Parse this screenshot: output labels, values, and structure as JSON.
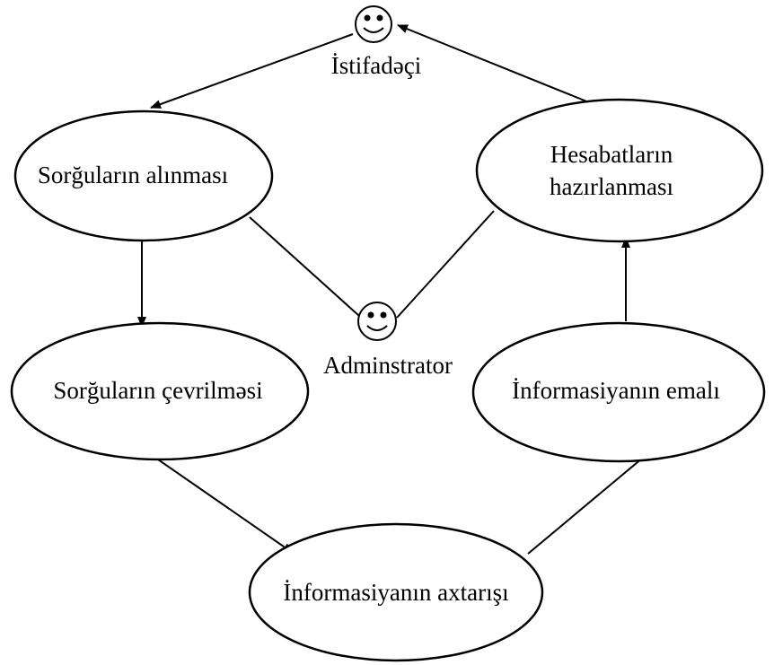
{
  "actors": {
    "user": {
      "label": "İstifadəçi",
      "icon": "smiley-face-icon"
    },
    "admin": {
      "label": "Adminstrator",
      "icon": "smiley-face-icon"
    }
  },
  "nodes": {
    "receive": {
      "label": "Sorğuların alınması"
    },
    "convert": {
      "label": "Sorğuların çevrilməsi"
    },
    "search": {
      "label": "İnformasiyanın axtarışı"
    },
    "process": {
      "label": "İnformasiyanın emalı"
    },
    "reports": {
      "line1": "Hesabatların",
      "line2": "hazırlanması"
    }
  },
  "colors": {
    "stroke": "#000000",
    "background": "#ffffff"
  }
}
